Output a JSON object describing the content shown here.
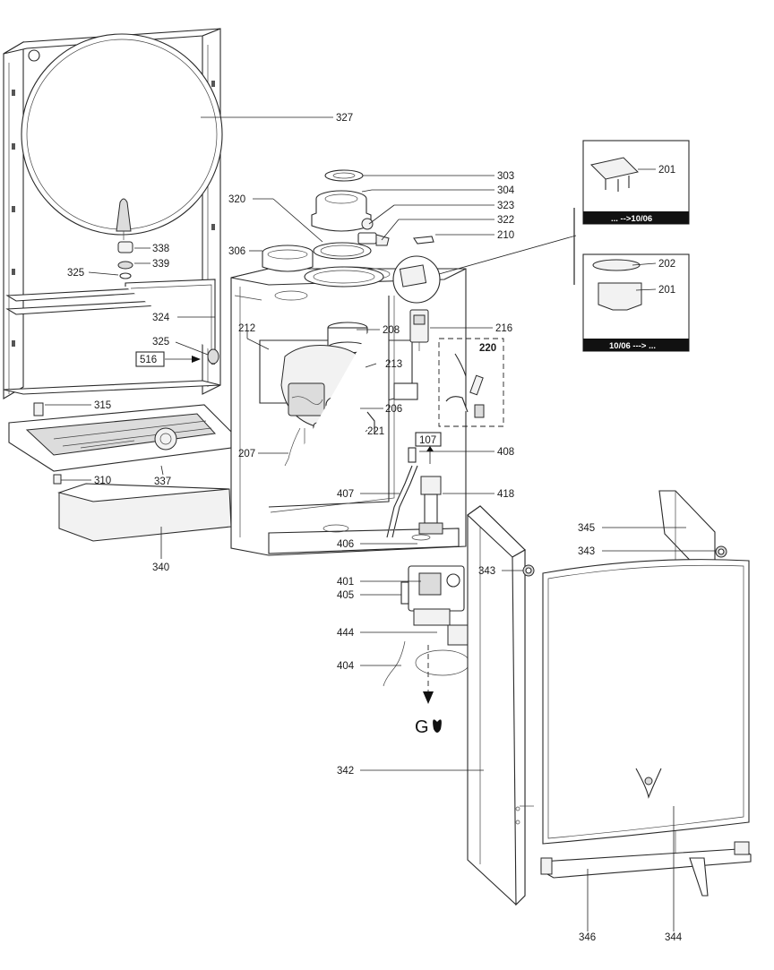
{
  "labels": {
    "l327": "327",
    "l303": "303",
    "l304": "304",
    "l323": "323",
    "l322": "322",
    "l320": "320",
    "l306": "306",
    "l210": "210",
    "l338": "338",
    "l339": "339",
    "l325a": "325",
    "l325b": "325",
    "l324": "324",
    "l516": "516",
    "l212": "212",
    "l208": "208",
    "l213": "213",
    "l216": "216",
    "l220": "220",
    "l315": "315",
    "l206": "206",
    "l221": "221",
    "l207": "207",
    "l107": "107",
    "l408": "408",
    "l310": "310",
    "l337": "337",
    "l407": "407",
    "l418": "418",
    "l340": "340",
    "l406": "406",
    "l345": "345",
    "l343a": "343",
    "l343b": "343",
    "l401": "401",
    "l405": "405",
    "l444": "444",
    "l404": "404",
    "l342": "342",
    "l346": "346",
    "l344": "344",
    "l201a": "201",
    "l201b": "201",
    "l202": "202"
  },
  "inset_top_caption": "... -->10/06",
  "inset_bottom_caption": "10/06 ---> ...",
  "gas_label": "G"
}
